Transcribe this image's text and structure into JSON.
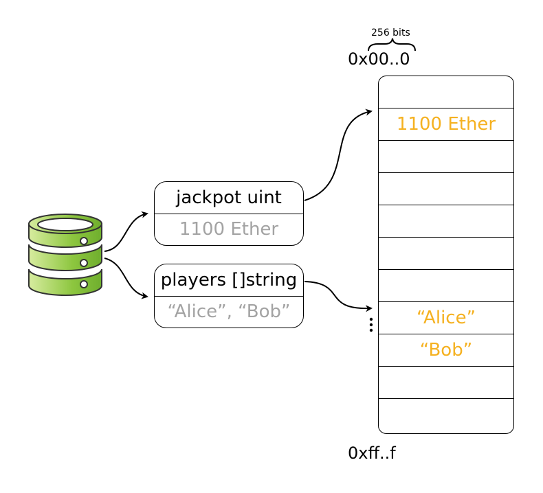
{
  "storage": {
    "bits_label": "256 bits",
    "start_address": "0x00..0",
    "end_address": "0xff..f",
    "slots": [
      "",
      "1100 Ether",
      "",
      "",
      "",
      "",
      "",
      "“Alice”",
      "“Bob”",
      "",
      ""
    ]
  },
  "variables": {
    "jackpot": {
      "name": "jackpot uint",
      "value": "1100 Ether"
    },
    "players": {
      "name": "players []string",
      "value": "“Alice”, “Bob”"
    }
  },
  "colors": {
    "value_gray": "#a3a3a3",
    "storage_value": "#f5b120",
    "database_green": "#8dc63f",
    "database_green_light": "#d7ec9f"
  },
  "icons": [
    "database-icon",
    "ellipsis-vertical-icon"
  ]
}
